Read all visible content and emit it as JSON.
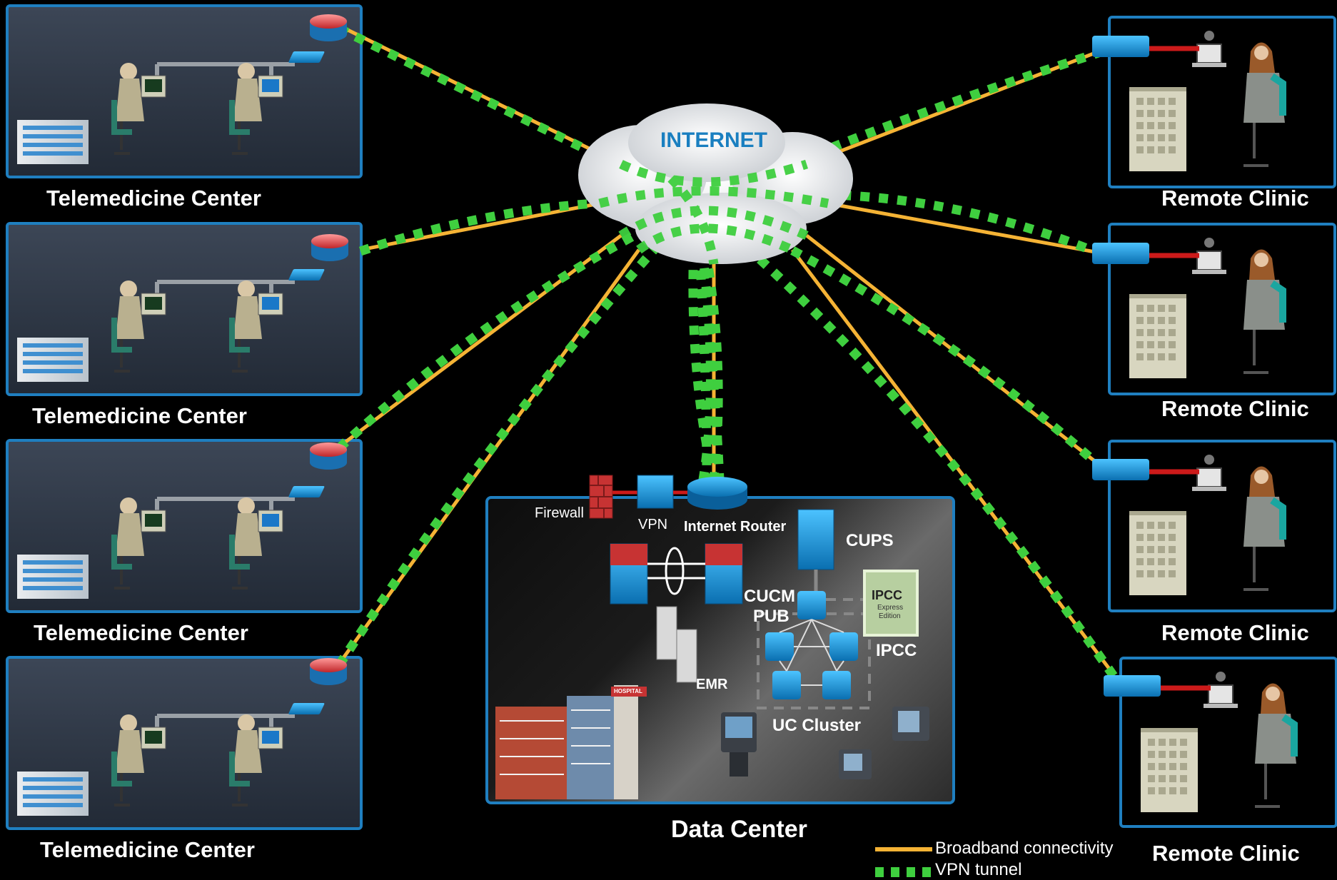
{
  "cloud": {
    "label": "INTERNET"
  },
  "telemedicine_centers": [
    {
      "label": "Telemedicine Center"
    },
    {
      "label": "Telemedicine Center"
    },
    {
      "label": "Telemedicine Center"
    },
    {
      "label": "Telemedicine Center"
    }
  ],
  "remote_clinics": [
    {
      "label": "Remote Clinic"
    },
    {
      "label": "Remote Clinic"
    },
    {
      "label": "Remote Clinic"
    },
    {
      "label": "Remote Clinic"
    }
  ],
  "data_center": {
    "label": "Data Center",
    "firewall": "Firewall",
    "vpn": "VPN",
    "router": "Internet Router",
    "cups": "CUPS",
    "cucm_line1": "CUCM",
    "cucm_line2": "PUB",
    "ipcc": "IPCC",
    "ipcc_card_title": "IPCC",
    "ipcc_card_sub1": "Express",
    "ipcc_card_sub2": "Edition",
    "emr": "EMR",
    "uc_cluster": "UC Cluster",
    "hospital_sign": "HOSPITAL"
  },
  "legend": {
    "broadband": "Broadband connectivity",
    "vpn": "VPN tunnel"
  },
  "colors": {
    "broadband": "#f5b335",
    "vpn": "#3fcf3f",
    "panel_border": "#1f7fc0",
    "cloud_text": "#1a7fc0",
    "access_link": "#cc1a1a"
  }
}
